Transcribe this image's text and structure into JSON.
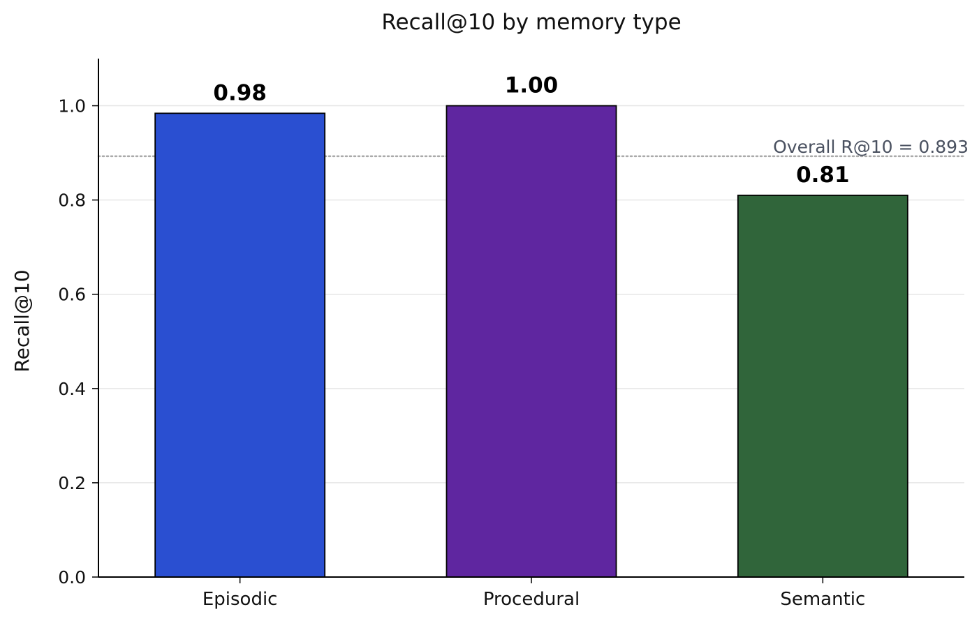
{
  "chart_data": {
    "type": "bar",
    "title": "Recall@10 by memory type",
    "xlabel": "",
    "ylabel": "Recall@10",
    "categories": [
      "Episodic",
      "Procedural",
      "Semantic"
    ],
    "values": [
      0.984,
      1.0,
      0.81
    ],
    "value_labels": [
      "0.98",
      "1.00",
      "0.81"
    ],
    "colors": [
      "#2a4fd1",
      "#5f26a0",
      "#30653a"
    ],
    "edge_color": "#000000",
    "ylim": [
      0,
      1.1
    ],
    "yticks": [
      0.0,
      0.2,
      0.4,
      0.6,
      0.8,
      1.0
    ],
    "ytick_labels": [
      "0.0",
      "0.2",
      "0.4",
      "0.6",
      "0.8",
      "1.0"
    ],
    "grid": "horizontal",
    "reference_line": {
      "value": 0.893,
      "label": "Overall R@10 = 0.893",
      "style": "dotted",
      "color": "#aaaaaa"
    }
  }
}
